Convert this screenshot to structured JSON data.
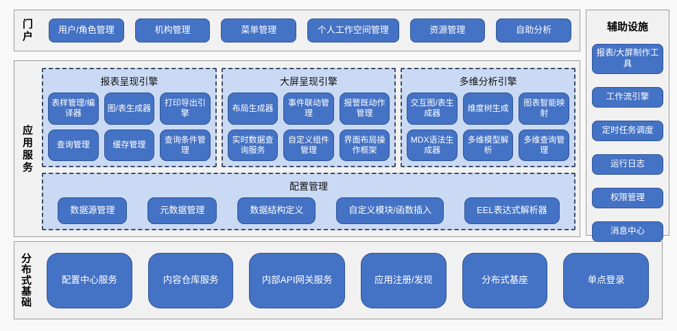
{
  "portal": {
    "label": "门户",
    "items": [
      "用户/角色管理",
      "机构管理",
      "菜单管理",
      "个人工作空间管理",
      "资源管理",
      "自助分析"
    ]
  },
  "app_services": {
    "label": "应用服务",
    "engines": [
      {
        "title": "报表呈现引擎",
        "items": [
          "表样管理/编译器",
          "图/表生成器",
          "打印导出引擎",
          "查询管理",
          "缓存管理",
          "查询条件管理"
        ]
      },
      {
        "title": "大屏呈现引擎",
        "items": [
          "布局生成器",
          "事件联动管理",
          "报警既动作管理",
          "实时数据查询服务",
          "自定义组件管理",
          "界面布局操作框架"
        ]
      },
      {
        "title": "多维分析引擎",
        "items": [
          "交互图/表生成器",
          "维度树生成",
          "图表智能映射",
          "MDX语法生成器",
          "多维模型解析",
          "多维查询管理"
        ]
      }
    ],
    "config": {
      "title": "配置管理",
      "items": [
        "数据源管理",
        "元数据管理",
        "数据结构定义",
        "自定义模块/函数插入",
        "EEL表达式解析器"
      ]
    }
  },
  "distributed": {
    "label": "分布式基础",
    "items": [
      "配置中心服务",
      "内容仓库服务",
      "内部API网关服务",
      "应用注册/发现",
      "分布式基座",
      "单点登录"
    ]
  },
  "auxiliary": {
    "title": "辅助设施",
    "items": [
      "报表/大屏制作工具",
      "工作流引擎",
      "定时任务调度",
      "运行日志",
      "权限管理",
      "消息中心"
    ]
  },
  "colors": {
    "node_blue": "#4472c4",
    "node_border": "#2f5597",
    "panel_light_blue": "#cbdaf4",
    "panel_dashed_border": "#3d4a63",
    "section_fill": "#f1f1f1",
    "section_border": "#9b9b9b",
    "node_text": "#ffffff"
  }
}
